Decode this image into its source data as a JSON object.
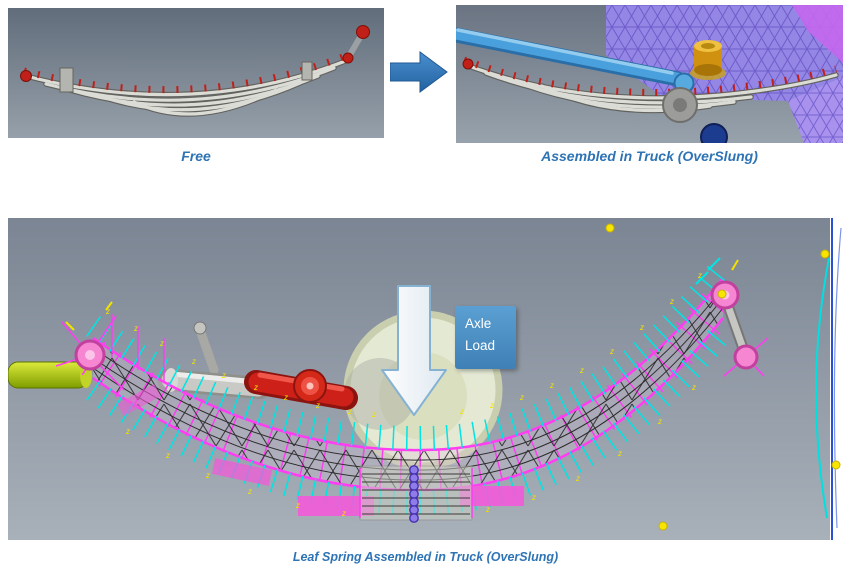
{
  "captions": {
    "free": "Free",
    "assembled": "Assembled in Truck (OverSlung)",
    "main": "Leaf Spring Assembled in Truck (OverSlung)"
  },
  "labels": {
    "axle_load_line1": "Axle",
    "axle_load_line2": "Load",
    "z_marker": "z"
  },
  "icons": {
    "transition_arrow": "right-block-arrow",
    "load_arrow": "down-block-arrow"
  },
  "colors": {
    "caption_text": "#2E74B5",
    "transition_arrow_fill": "#2E75B6",
    "axle_load_box": "#4A8FC7",
    "mesh_magenta": "#FF3DF2",
    "tick_cyan": "#00E0E0",
    "marker_yellow": "#F2E200",
    "axle_red": "#CC2018",
    "bar_green": "#A8C800",
    "frame_purple": "#9486E4",
    "rod_blue": "#4AA0DC",
    "bushing_gold": "#D09010",
    "eye_pink": "#F685D2",
    "viewport_bg_top": "#66707E",
    "viewport_bg_bottom": "#9AA4AE"
  }
}
